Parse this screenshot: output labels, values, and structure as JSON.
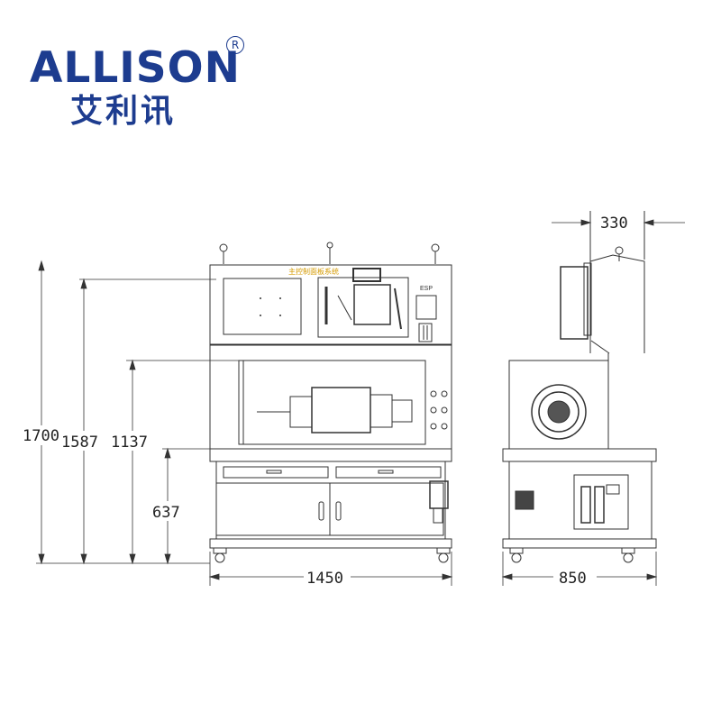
{
  "logo": {
    "brand": "ALLISON",
    "registered": "R",
    "chinese": "艾利讯",
    "color": "#1d3c8f"
  },
  "drawing": {
    "front_view": {
      "panel_label": "主控制面板系统",
      "dimensions": {
        "total_height": "1700",
        "upper_height": "1587",
        "work_height": "1137",
        "table_height": "637",
        "width": "1450"
      }
    },
    "side_view": {
      "dimensions": {
        "depth": "850",
        "top_offset": "330"
      }
    },
    "label_tag": "ESP"
  }
}
